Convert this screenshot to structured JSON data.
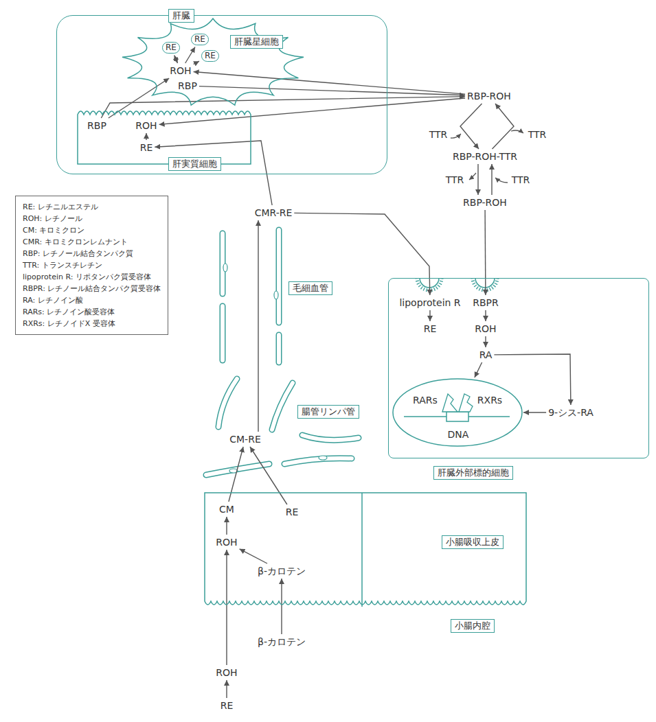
{
  "diagram": {
    "nodes": [
      {
        "text": [
          "肝臓"
        ]
      },
      {
        "text": [
          "肝臓星細胞"
        ],
        "in": 0
      },
      {
        "text": [
          "RE"
        ],
        "in": 1
      },
      {
        "text": [
          "RE"
        ],
        "in": 1
      },
      {
        "text": [
          "RE"
        ],
        "in": 1
      },
      {
        "text": [
          "ROH"
        ],
        "in": 1
      },
      {
        "text": [
          "RBP"
        ],
        "in": 1
      },
      {
        "text": [
          "肝実質細胞"
        ],
        "in": 0
      },
      {
        "text": [
          "RBP"
        ],
        "in": 7
      },
      {
        "text": [
          "ROH"
        ],
        "in": 7
      },
      {
        "text": [
          "RE"
        ],
        "in": 7
      },
      {
        "text": [
          "RBP-ROH"
        ]
      },
      {
        "text": [
          "RBP-ROH-TTR"
        ]
      },
      {
        "text": [
          "RBP-ROH"
        ]
      },
      {
        "text": [
          "CMR-RE"
        ]
      },
      {
        "text": [
          "RE: レチニルエステル",
          "ROH: レチノール",
          "CM: キロミクロン",
          "CMR: キロミクロンレムナント",
          "RBP: レチノール結合タンパク質",
          "TTR: トランスチレチン",
          "lipoprotein R: リポタンパク質受容体",
          "RBPR: レチノール結合タンパク質受容体",
          "RA: レチノイン酸",
          "RARs: レチノイン酸受容体",
          "RXRs: レチノイドX 受容体"
        ]
      },
      {
        "text": [
          "毛細血管"
        ]
      },
      {
        "text": [
          "CM-RE"
        ]
      },
      {
        "text": [
          "腸管リンパ管"
        ]
      },
      {
        "text": [
          "肝臓外部標的細胞"
        ]
      },
      {
        "text": [
          "lipoprotein R"
        ],
        "in": 19
      },
      {
        "text": [
          "RBPR"
        ],
        "in": 19
      },
      {
        "text": [
          "RE"
        ],
        "in": 19
      },
      {
        "text": [
          "ROH"
        ],
        "in": 19
      },
      {
        "text": [
          "RA"
        ],
        "in": 19
      },
      {
        "text": [
          "RARs",
          "RXRs",
          "DNA"
        ],
        "in": 19
      },
      {
        "text": [
          "9-シス-RA"
        ],
        "in": 19
      },
      {
        "text": [
          "小腸吸収上皮"
        ]
      },
      {
        "text": [
          "CM"
        ],
        "in": 27
      },
      {
        "text": [
          "RE"
        ],
        "in": 27
      },
      {
        "text": [
          "ROH"
        ],
        "in": 27
      },
      {
        "text": [
          "β-カロテン"
        ],
        "in": 27
      },
      {
        "text": [
          "小腸内腔"
        ]
      },
      {
        "text": [
          "β-カロテン"
        ]
      },
      {
        "text": [
          "ROH"
        ]
      },
      {
        "text": [
          "RE"
        ]
      }
    ],
    "edges": [
      {
        "from": 5,
        "to": 2,
        "arrow": "both"
      },
      {
        "from": 5,
        "to": 3,
        "arrow": "to"
      },
      {
        "from": 5,
        "to": 4,
        "arrow": "to"
      },
      {
        "from": 10,
        "to": 9,
        "arrow": "to"
      },
      {
        "from": 8,
        "to": 5,
        "arrow": "to"
      },
      {
        "from": 8,
        "to": 11,
        "arrow": "to"
      },
      {
        "from": 11,
        "to": 9,
        "arrow": "to"
      },
      {
        "from": 6,
        "to": 11,
        "arrow": "to"
      },
      {
        "from": 11,
        "to": 5,
        "arrow": "to"
      },
      {
        "from": 11,
        "to": 12,
        "arrow": "to"
      },
      {
        "from": 12,
        "to": 11,
        "arrow": "to"
      },
      {
        "from": 12,
        "to": 13,
        "arrow": "to"
      },
      {
        "from": 13,
        "to": 12,
        "arrow": "to"
      },
      {
        "from": 13,
        "to": 21,
        "arrow": "to"
      },
      {
        "from": 14,
        "to": 10,
        "arrow": "to"
      },
      {
        "from": 17,
        "to": 14,
        "arrow": "to"
      },
      {
        "from": 14,
        "to": 20,
        "arrow": "to"
      },
      {
        "from": 20,
        "to": 22,
        "arrow": "to"
      },
      {
        "from": 21,
        "to": 23,
        "arrow": "to"
      },
      {
        "from": 23,
        "to": 24,
        "arrow": "to"
      },
      {
        "from": 24,
        "to": 25,
        "arrow": "to"
      },
      {
        "from": 24,
        "to": 26,
        "arrow": "to"
      },
      {
        "from": 26,
        "to": 25,
        "arrow": "to"
      },
      {
        "from": 28,
        "to": 17,
        "arrow": "to"
      },
      {
        "from": 29,
        "to": 17,
        "arrow": "to"
      },
      {
        "from": 30,
        "to": 28,
        "arrow": "to"
      },
      {
        "from": 31,
        "to": 30,
        "arrow": "to"
      },
      {
        "from": 33,
        "to": 31,
        "arrow": "to"
      },
      {
        "from": 34,
        "to": 30,
        "arrow": "to"
      },
      {
        "from": 35,
        "to": 34,
        "arrow": "to"
      }
    ],
    "labels": [
      "TTR",
      "TTR",
      "TTR",
      "TTR"
    ]
  }
}
